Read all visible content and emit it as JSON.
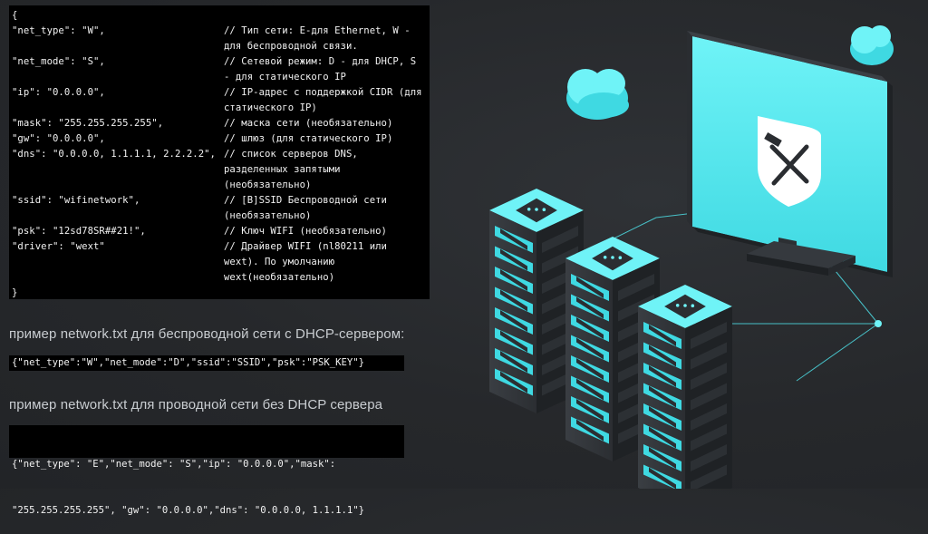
{
  "code": {
    "lines": [
      {
        "key": "{",
        "comment": ""
      },
      {
        "key": "\"net_type\": \"W\",",
        "comment": "// Тип сети: E-для Ethernet, W -"
      },
      {
        "key": "",
        "comment": "для беспроводной связи."
      },
      {
        "key": "\"net_mode\": \"S\",",
        "comment": "// Сетевой режим: D - для DHCP, S"
      },
      {
        "key": "",
        "comment": "- для статического IP"
      },
      {
        "key": "\"ip\": \"0.0.0.0\",",
        "comment": "// IP-адрес с поддержкой CIDR (для"
      },
      {
        "key": "",
        "comment": "статического IP)"
      },
      {
        "key": "\"mask\": \"255.255.255.255\",",
        "comment": "// маска сети (необязательно)"
      },
      {
        "key": "\"gw\": \"0.0.0.0\",",
        "comment": "// шлюз (для статического IP)"
      },
      {
        "key": "\"dns\": \"0.0.0.0, 1.1.1.1, 2.2.2.2\",",
        "comment": "// список серверов DNS,"
      },
      {
        "key": "",
        "comment": "разделенных запятыми"
      },
      {
        "key": "",
        "comment": "(необязательно)"
      },
      {
        "key": "\"ssid\": \"wifinetwork\",",
        "comment": "// [B]SSID Беспроводной сети"
      },
      {
        "key": "",
        "comment": "(необязательно)"
      },
      {
        "key": "\"psk\": \"12sd78SR##21!\",",
        "comment": "// Ключ WIFI (необязательно)"
      },
      {
        "key": "\"driver\": \"wext\"",
        "comment": "// Драйвер WIFI (nl80211 или"
      },
      {
        "key": "",
        "comment": "wext). По умолчанию"
      },
      {
        "key": "",
        "comment": "wext(необязательно)"
      },
      {
        "key": "}",
        "comment": ""
      }
    ]
  },
  "wireless_example": {
    "label": "пример network.txt для беспроводной сети с DHCP-сервером:",
    "code": "{\"net_type\":\"W\",\"net_mode\":\"D\",\"ssid\":\"SSID\",\"psk\":\"PSK_KEY\"}"
  },
  "wired_example": {
    "label": "пример network.txt для проводной сети без DHCP сервера",
    "code_line1": "{\"net_type\": \"E\",\"net_mode\": \"S\",\"ip\": \"0.0.0.0\",\"mask\":",
    "code_line2": "\"255.255.255.255\", \"gw\": \"0.0.0.0\",\"dns\": \"0.0.0.0, 1.1.1.1\"}"
  },
  "colors": {
    "accent": "#4fe6ee",
    "code_bg": "#000000",
    "page_bg": "#26282b"
  },
  "icons": [
    "cloud-icon",
    "server-rack-icon",
    "monitor-icon",
    "shield-icon"
  ]
}
